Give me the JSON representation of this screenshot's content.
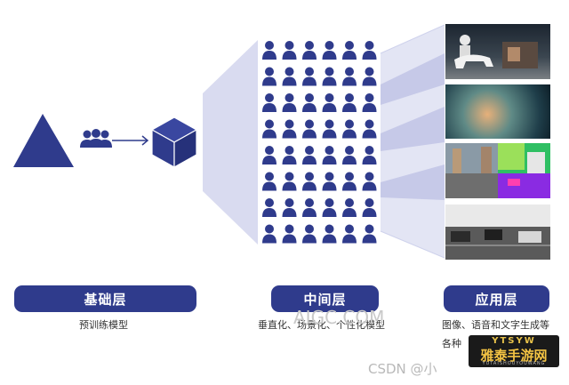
{
  "colors": {
    "primary": "#2f3b8c",
    "fan": "#d9dbf0",
    "fan_dark": "#b3b6e0"
  },
  "icons": {
    "base_shape": "triangle-icon",
    "team": "people-icon",
    "arrow": "arrow-right-icon",
    "model": "cube-icon",
    "crowd_person": "person-icon"
  },
  "layers": [
    {
      "label": "基础层",
      "caption": "预训练模型"
    },
    {
      "label": "中间层",
      "caption": "垂直化、场景化、个性化模型"
    },
    {
      "label": "应用层",
      "caption_line1": "图像、语音和文字生成等",
      "caption_line2": "各种"
    }
  ],
  "watermarks": {
    "center": "AIGC.COM",
    "footer": "CSDN @小"
  },
  "brand_badge": {
    "top": "YTSYW",
    "main": "雅泰手游网",
    "sub": "YUTAISHOUYOUWANG"
  }
}
